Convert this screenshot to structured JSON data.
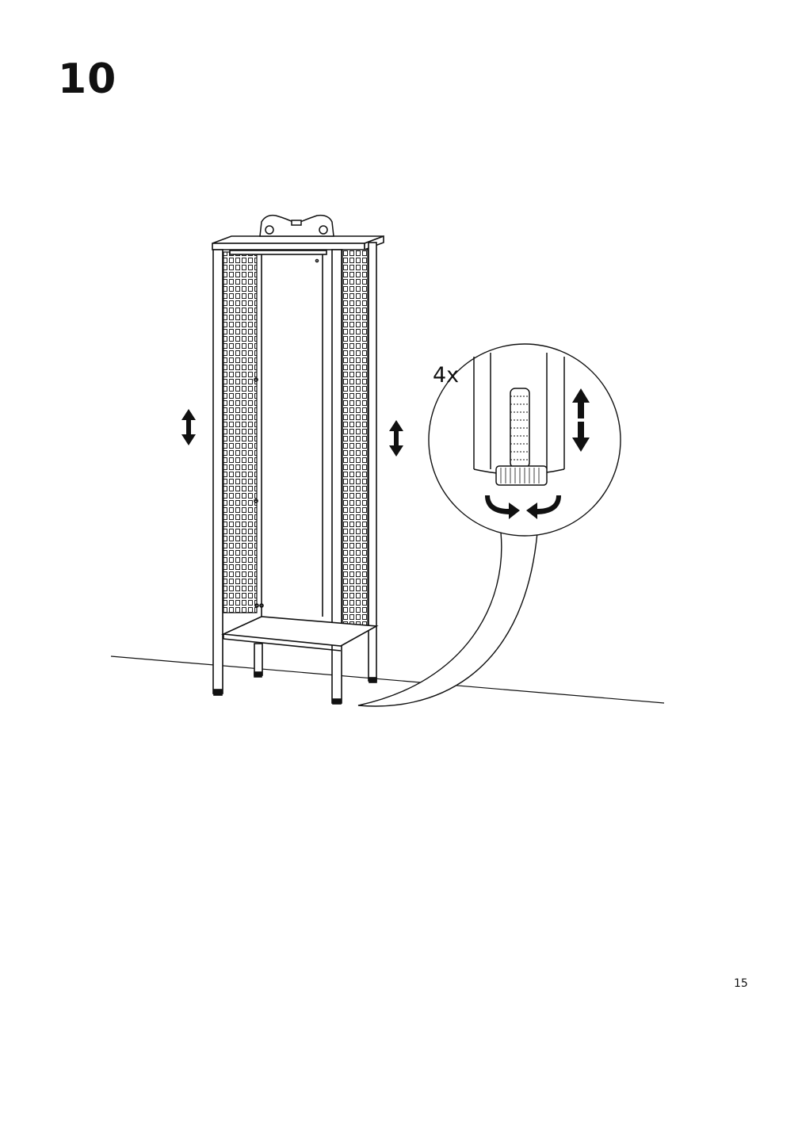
{
  "step": {
    "number": "10"
  },
  "detail": {
    "quantity": "4x"
  },
  "footer": {
    "page_number": "15"
  },
  "icons": [
    "level-tool-icon",
    "up-down-arrow-icon",
    "rotate-arrows-icon",
    "adjustable-foot-icon"
  ]
}
